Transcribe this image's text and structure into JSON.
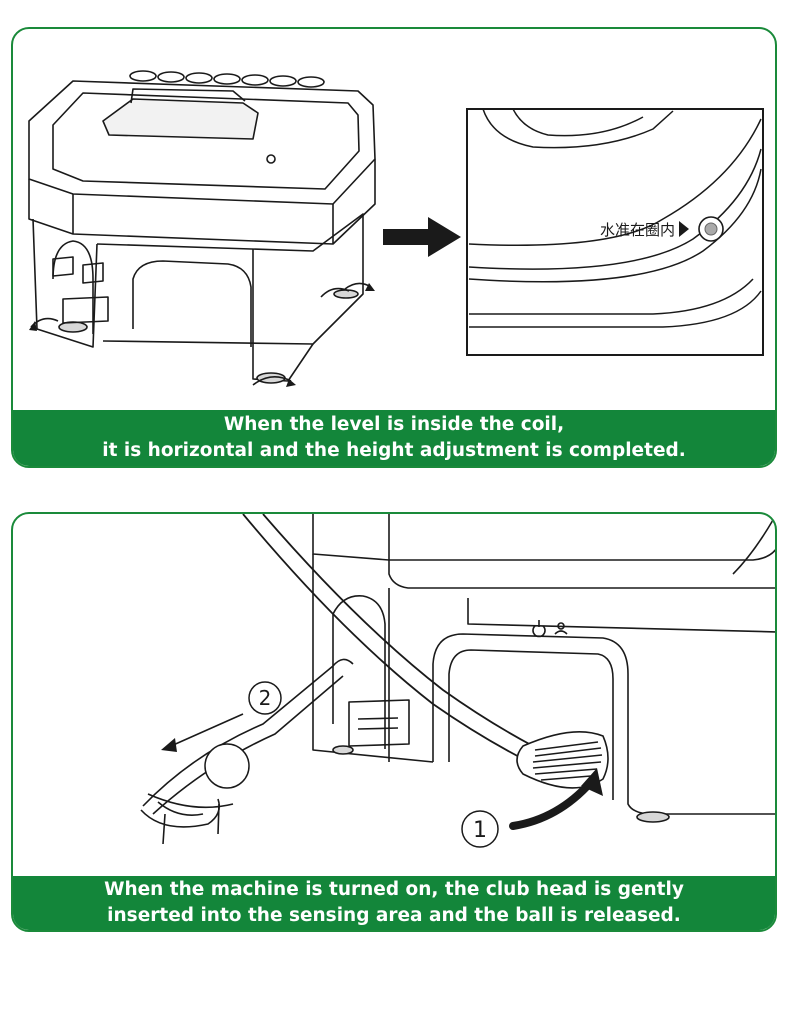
{
  "panels": [
    {
      "caption_lines": [
        "When the level is inside the coil,",
        "it is horizontal and the height adjustment is completed."
      ],
      "level_label": "水准在圈内"
    },
    {
      "caption_lines": [
        "When the machine is turned on, the club head is gently",
        "inserted into the sensing area and the ball is released."
      ],
      "step_labels": [
        "①",
        "②"
      ]
    }
  ],
  "colors": {
    "accent": "#13863a",
    "border": "#1a8a3a",
    "line": "#1a1a1a"
  }
}
